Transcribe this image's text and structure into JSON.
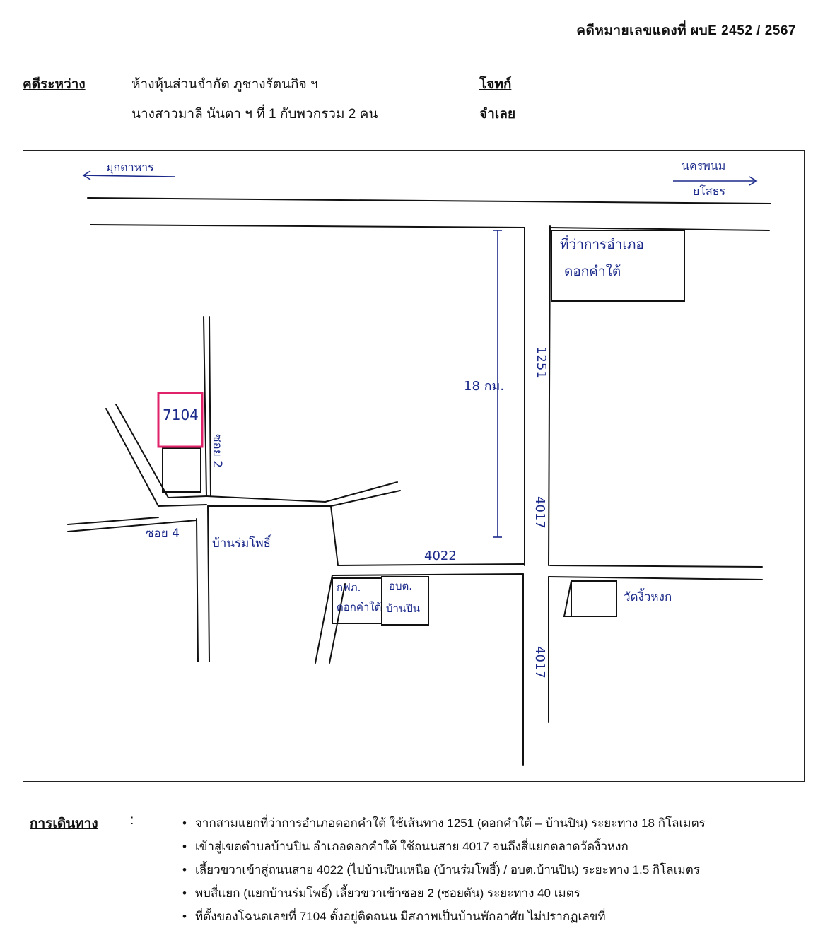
{
  "header": {
    "case_number": "คดีหมายเลขแดงที่ ผบE 2452 / 2567"
  },
  "parties": {
    "label": "คดีระหว่าง",
    "plaintiff": "ห้างหุ้นส่วนจำกัด ภูชางรัตนกิจ ฯ",
    "plaintiff_role": "โจทก์",
    "defendant": "นางสาวมาลี นันตา ฯ ที่ 1 กับพวกรวม 2 คน",
    "defendant_role": "จำเลย"
  },
  "map": {
    "dir_left": "มุกดาหาร",
    "dir_right_top": "นครพนม",
    "dir_right_bottom": "ยโสธร",
    "district_office_line1": "ที่ว่าการอำเภอ",
    "district_office_line2": "ดอกคำใต้",
    "road_1251": "1251",
    "distance_18km": "18 กม.",
    "road_4017_upper": "4017",
    "road_4017_lower": "4017",
    "road_4022": "4022",
    "deed_no": "7104",
    "soi_2": "ซอย 2",
    "soi_4": "ซอย 4",
    "village": "บ้านร่มโพธิ์",
    "bank_line1": "กฟภ.",
    "bank_line2": "ดอกคำใต้",
    "tambon_line1": "อบต.",
    "tambon_line2": "บ้านปิน",
    "temple": "วัดงิ้วหงก"
  },
  "directions": {
    "label": "การเดินทาง",
    "colon": ":",
    "items": [
      "จากสามแยกที่ว่าการอำเภอดอกคำใต้ ใช้เส้นทาง 1251 (ดอกคำใต้ – บ้านปิน) ระยะทาง 18 กิโลเมตร",
      "เข้าสู่เขตตำบลบ้านปิน อำเภอดอกคำใต้ ใช้ถนนสาย 4017 จนถึงสี่แยกตลาดวัดงิ้วหงก",
      "เลี้ยวขวาเข้าสู่ถนนสาย 4022 (ไปบ้านปินเหนือ (บ้านร่มโพธิ์) / อบต.บ้านปิน) ระยะทาง 1.5 กิโลเมตร",
      "พบสี่แยก (แยกบ้านร่มโพธิ์) เลี้ยวขวาเข้าซอย 2 (ซอยตัน) ระยะทาง 40 เมตร",
      "ที่ตั้งของโฉนดเลขที่ 7104 ตั้งอยู่ติดถนน มีสภาพเป็นบ้านพักอาศัย ไม่ปรากฏเลขที่"
    ]
  },
  "colors": {
    "ink": "#1b2a8a",
    "highlight": "#e0226b",
    "line": "#111111"
  }
}
